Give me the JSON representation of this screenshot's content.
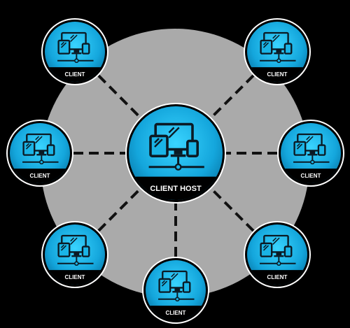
{
  "hub": {
    "label": "CLIENT HOST",
    "icon": "computer-devices-network-icon"
  },
  "clients": [
    {
      "id": "top-left",
      "label": "CLIENT",
      "icon": "computer-devices-network-icon"
    },
    {
      "id": "top-right",
      "label": "CLIENT",
      "icon": "computer-devices-network-icon"
    },
    {
      "id": "middle-left",
      "label": "CLIENT",
      "icon": "computer-devices-network-icon"
    },
    {
      "id": "middle-right",
      "label": "CLIENT",
      "icon": "computer-devices-network-icon"
    },
    {
      "id": "bottom-left",
      "label": "CLIENT",
      "icon": "computer-devices-network-icon"
    },
    {
      "id": "bottom-center",
      "label": "CLIENT",
      "icon": "computer-devices-network-icon"
    },
    {
      "id": "bottom-right",
      "label": "CLIENT",
      "icon": "computer-devices-network-icon"
    }
  ],
  "colors": {
    "background": "#000000",
    "backdrop_circle": "#aaaaaa",
    "node_fill_light": "#29c6f2",
    "node_fill_dark": "#0a7fb0",
    "node_border": "#ffffff",
    "label_band": "#000000",
    "label_text": "#ffffff",
    "connector": "#111111"
  }
}
